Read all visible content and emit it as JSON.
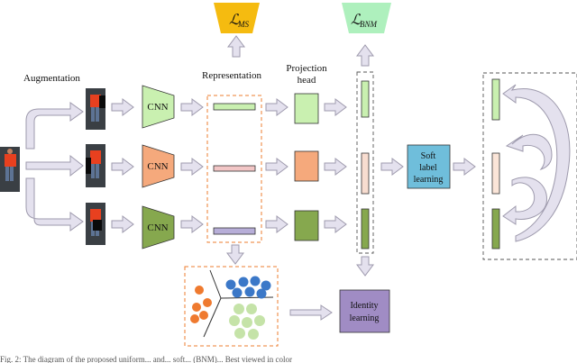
{
  "labels": {
    "augmentation": "Augmentation",
    "representation": "Representation",
    "projection_head_line1": "Projection",
    "projection_head_line2": "head",
    "cnn": "CNN",
    "loss_ms_symbol": "ℒ",
    "loss_ms_sub": "MS",
    "loss_bnm_symbol": "ℒ",
    "loss_bnm_sub": "BNM",
    "soft_label_line1": "Soft",
    "soft_label_line2": "label",
    "soft_label_line3": "learning",
    "identity_line1": "Identity",
    "identity_line2": "learning"
  },
  "caption": "Fig. 2: The diagram of the proposed uniform... and... soft... (BNM)... Best viewed in color",
  "colors": {
    "branch1": "#c9f0b0",
    "branch2": "#f5a97c",
    "branch3": "#86a84e",
    "loss_ms": "#f5bb10",
    "loss_bnm": "#aef0bd",
    "soft_label": "#6fbedb",
    "identity": "#a08cc4",
    "cluster_blue": "#3b78c8",
    "cluster_orange": "#ef7a2f",
    "cluster_green": "#c5e3a8",
    "arrow_fill": "#e4e1ee",
    "arrow_stroke": "#9e9aad",
    "dashed_orange": "#ee7d2f"
  }
}
